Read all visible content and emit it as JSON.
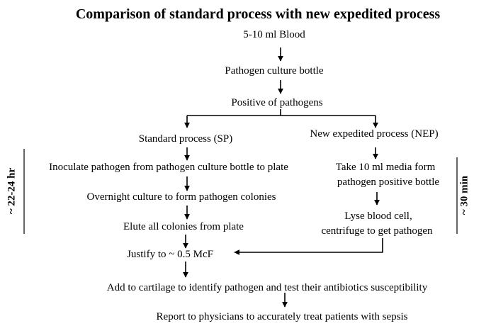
{
  "title": "Comparison of standard process with new expedited process",
  "steps": {
    "blood": "5-10 ml  Blood",
    "bottle": "Pathogen culture bottle",
    "positive": "Positive of pathogens",
    "sp_header": "Standard process (SP)",
    "nep_header": "New expedited process (NEP)",
    "sp1": "Inoculate pathogen from pathogen culture bottle to plate",
    "sp2": "Overnight culture to form pathogen colonies",
    "sp3": "Elute all colonies from plate",
    "nep1a": "Take 10 ml media form",
    "nep1b": "pathogen positive bottle",
    "nep2a": "Lyse blood cell,",
    "nep2b": "centrifuge to get pathogen",
    "justify": "Justify to ~ 0.5 McF",
    "add": "Add to cartilage to identify pathogen and test their antibiotics susceptibility",
    "report": "Report to physicians to accurately treat patients with sepsis"
  },
  "timings": {
    "sp": "~ 22-24 hr",
    "nep": "~ 30 min"
  }
}
